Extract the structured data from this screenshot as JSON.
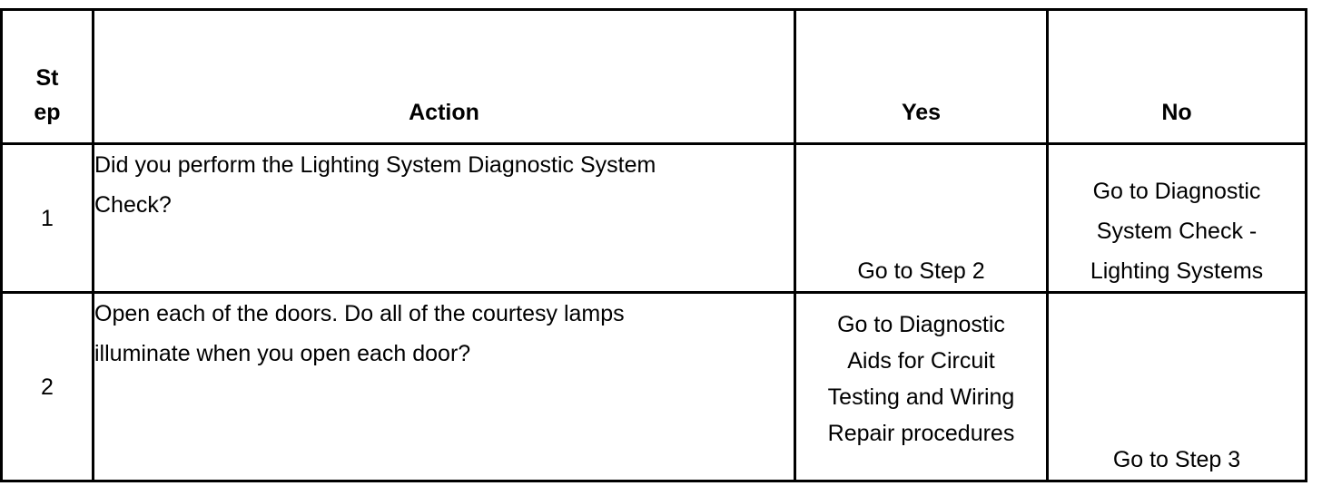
{
  "table": {
    "headers": {
      "step": "St\nep",
      "action": "Action",
      "yes": "Yes",
      "no": "No"
    },
    "rows": [
      {
        "step": "1",
        "action": "Did you perform the Lighting System Diagnostic System\nCheck?",
        "yes": "Go to Step 2",
        "no": "Go to Diagnostic\nSystem Check -\nLighting Systems"
      },
      {
        "step": "2",
        "action": "Open each of the doors. Do all of the courtesy lamps\nilluminate when you open each door?",
        "yes": "Go to Diagnostic\nAids for Circuit\nTesting and Wiring\nRepair procedures",
        "no": "Go to Step 3"
      }
    ]
  }
}
